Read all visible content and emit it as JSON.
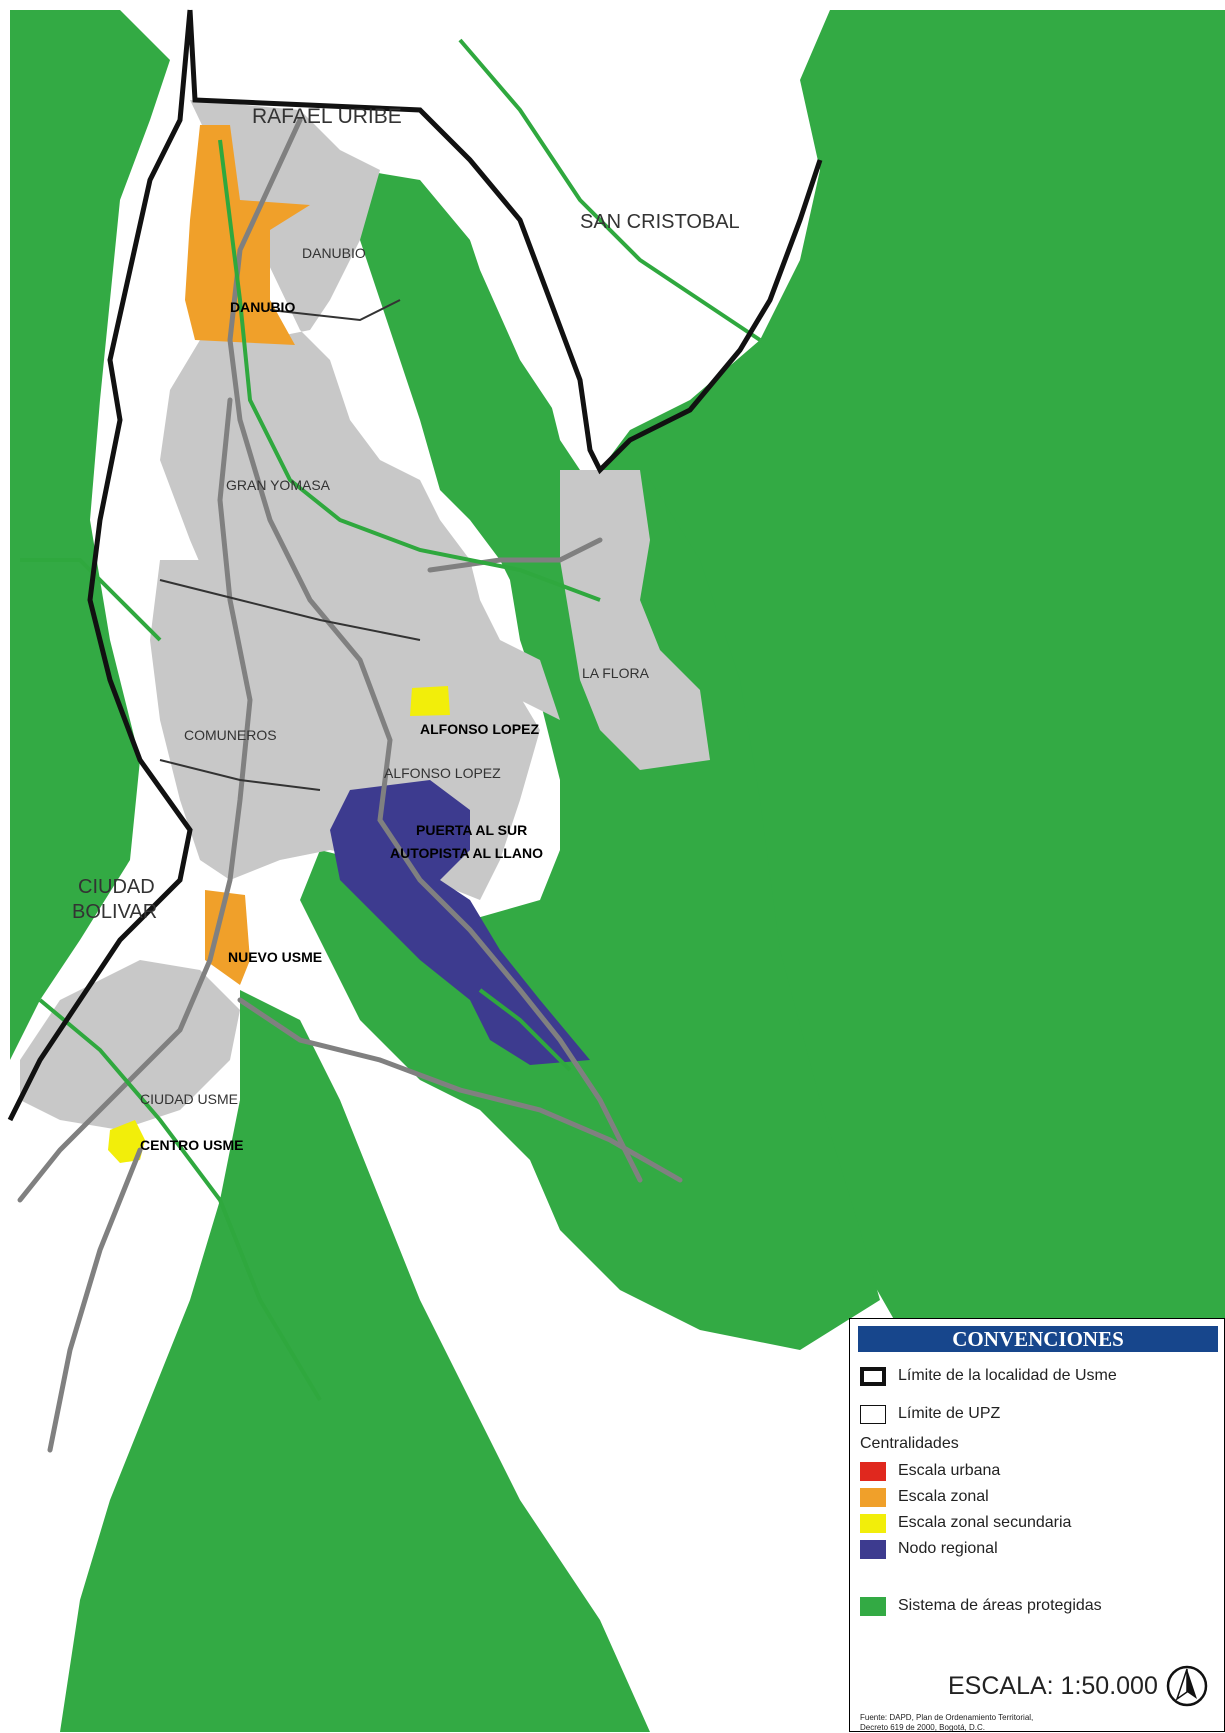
{
  "colors": {
    "protected_green": "#33aa44",
    "urban_gray": "#c8c8c8",
    "road_gray": "#808080",
    "river_green": "#2fa83e",
    "centrality_urbana": "#e0281e",
    "centrality_zonal": "#f0a02a",
    "centrality_zonal_secundaria": "#f2ee0a",
    "nodo_regional": "#3d3b8f",
    "legend_header": "#17468c"
  },
  "map": {
    "neighbor_localities": [
      "RAFAEL URIBE",
      "SAN CRISTOBAL",
      "CIUDAD",
      "BOLIVAR"
    ],
    "upz_labels": [
      "DANUBIO",
      "GRAN YOMASA",
      "LA FLORA",
      "COMUNEROS",
      "ALFONSO LOPEZ",
      "CIUDAD USME"
    ],
    "centrality_labels": [
      "DANUBIO",
      "ALFONSO LOPEZ",
      "PUERTA AL SUR",
      "AUTOPISTA AL LLANO",
      "NUEVO USME",
      "CENTRO USME"
    ]
  },
  "legend": {
    "title": "CONVENCIONES",
    "limite_localidad": "Límite de la localidad de Usme",
    "limite_upz": "Límite de UPZ",
    "centralidades": "Centralidades",
    "escala_urbana": "Escala urbana",
    "escala_zonal": "Escala zonal",
    "escala_zonal_secundaria": "Escala zonal secundaria",
    "nodo_regional": "Nodo regional",
    "areas_protegidas": "Sistema de áreas protegidas",
    "scale": "ESCALA: 1:50.000",
    "source_line1": "Fuente: DAPD, Plan de Ordenamiento Territorial,",
    "source_line2": "Decreto 619 de 2000, Bogotá, D.C."
  }
}
